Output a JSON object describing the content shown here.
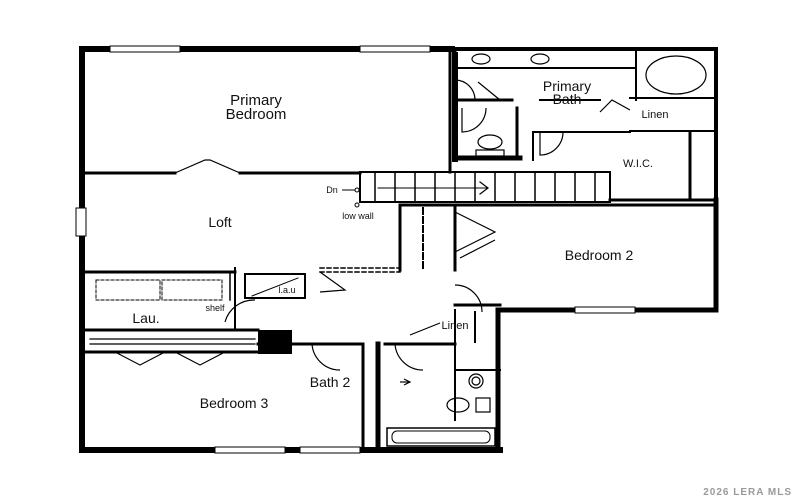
{
  "rooms": {
    "primary_bedroom": [
      "Primary",
      "Bedroom"
    ],
    "primary_bath": [
      "Primary",
      "Bath"
    ],
    "linen_primary": "Linen",
    "wic": "W.I.C.",
    "loft": "Loft",
    "bedroom_2": "Bedroom 2",
    "laundry": "Lau.",
    "laundry_shelf": "shelf",
    "laundry_unit": "l.a.u",
    "linen_hall": "Linen",
    "bath_2": "Bath 2",
    "bedroom_3": "Bedroom 3"
  },
  "annotations": {
    "stairs_down": "Dn",
    "low_wall": "low wall"
  },
  "watermark": "2026 LERA MLS"
}
